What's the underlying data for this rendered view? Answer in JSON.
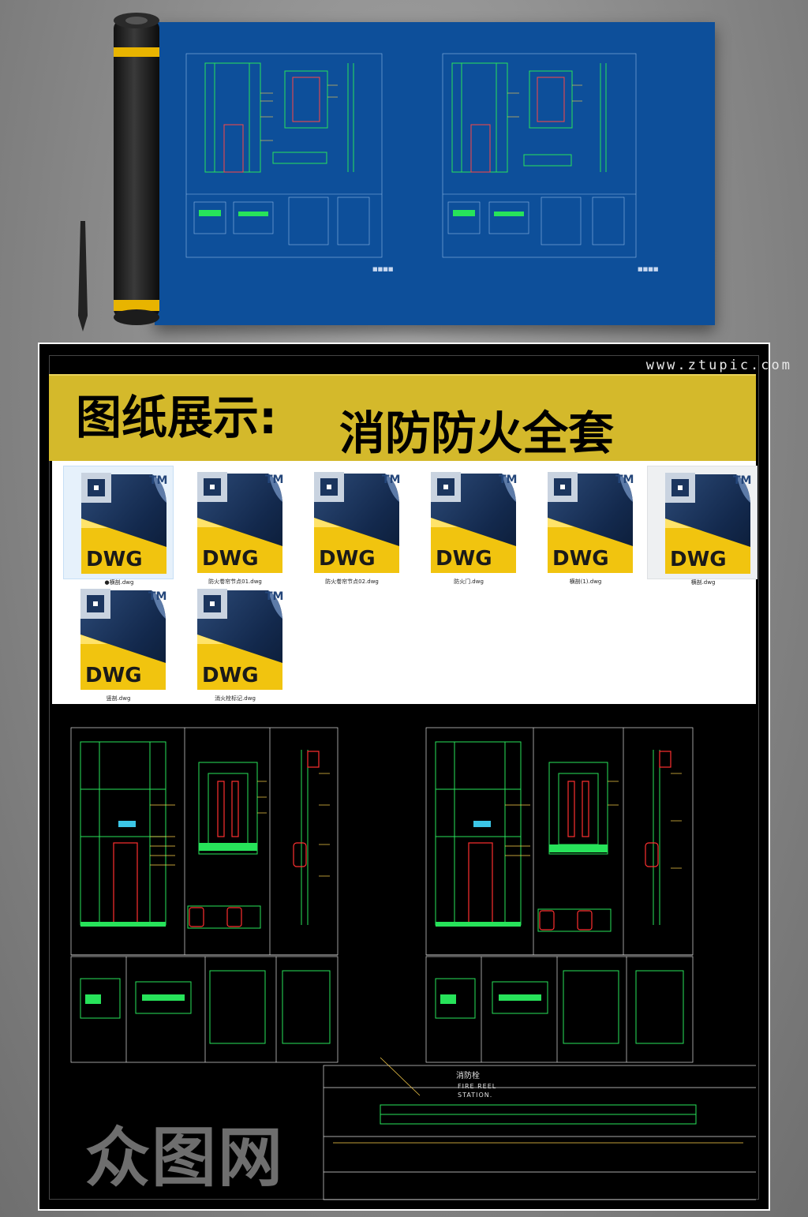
{
  "watermark_url": "www.ztupic.com",
  "banner": {
    "label": "图纸展示:",
    "title": "消防防火全套"
  },
  "files": [
    {
      "name": "●横剖.dwg",
      "icon": "dwg-file-icon",
      "state": "selected"
    },
    {
      "name": "防火卷帘节点01.dwg",
      "icon": "dwg-file-icon",
      "state": "normal"
    },
    {
      "name": "防火卷帘节点02.dwg",
      "icon": "dwg-file-icon",
      "state": "normal"
    },
    {
      "name": "防火门.dwg",
      "icon": "dwg-file-icon",
      "state": "normal"
    },
    {
      "name": "横剖(1).dwg",
      "icon": "dwg-file-icon",
      "state": "normal"
    },
    {
      "name": "横剖.dwg",
      "icon": "dwg-file-icon",
      "state": "hover"
    },
    {
      "name": "竖剖.dwg",
      "icon": "dwg-file-icon",
      "state": "normal"
    },
    {
      "name": "消火栓标记.dwg",
      "icon": "dwg-file-icon",
      "state": "normal"
    }
  ],
  "dwg_icon": {
    "badge": "DWG",
    "tm": "TM"
  },
  "cad": {
    "fire_reel_cn": "消防栓",
    "fire_reel_en1": "FIRE REEL",
    "fire_reel_en2": "STATION."
  },
  "site_watermark": "众图网",
  "colors": {
    "blueprint": "#0d4f9a",
    "banner": "#d4b92b",
    "cad_bg": "#000000",
    "dwg_yellow": "#f1c40f"
  }
}
